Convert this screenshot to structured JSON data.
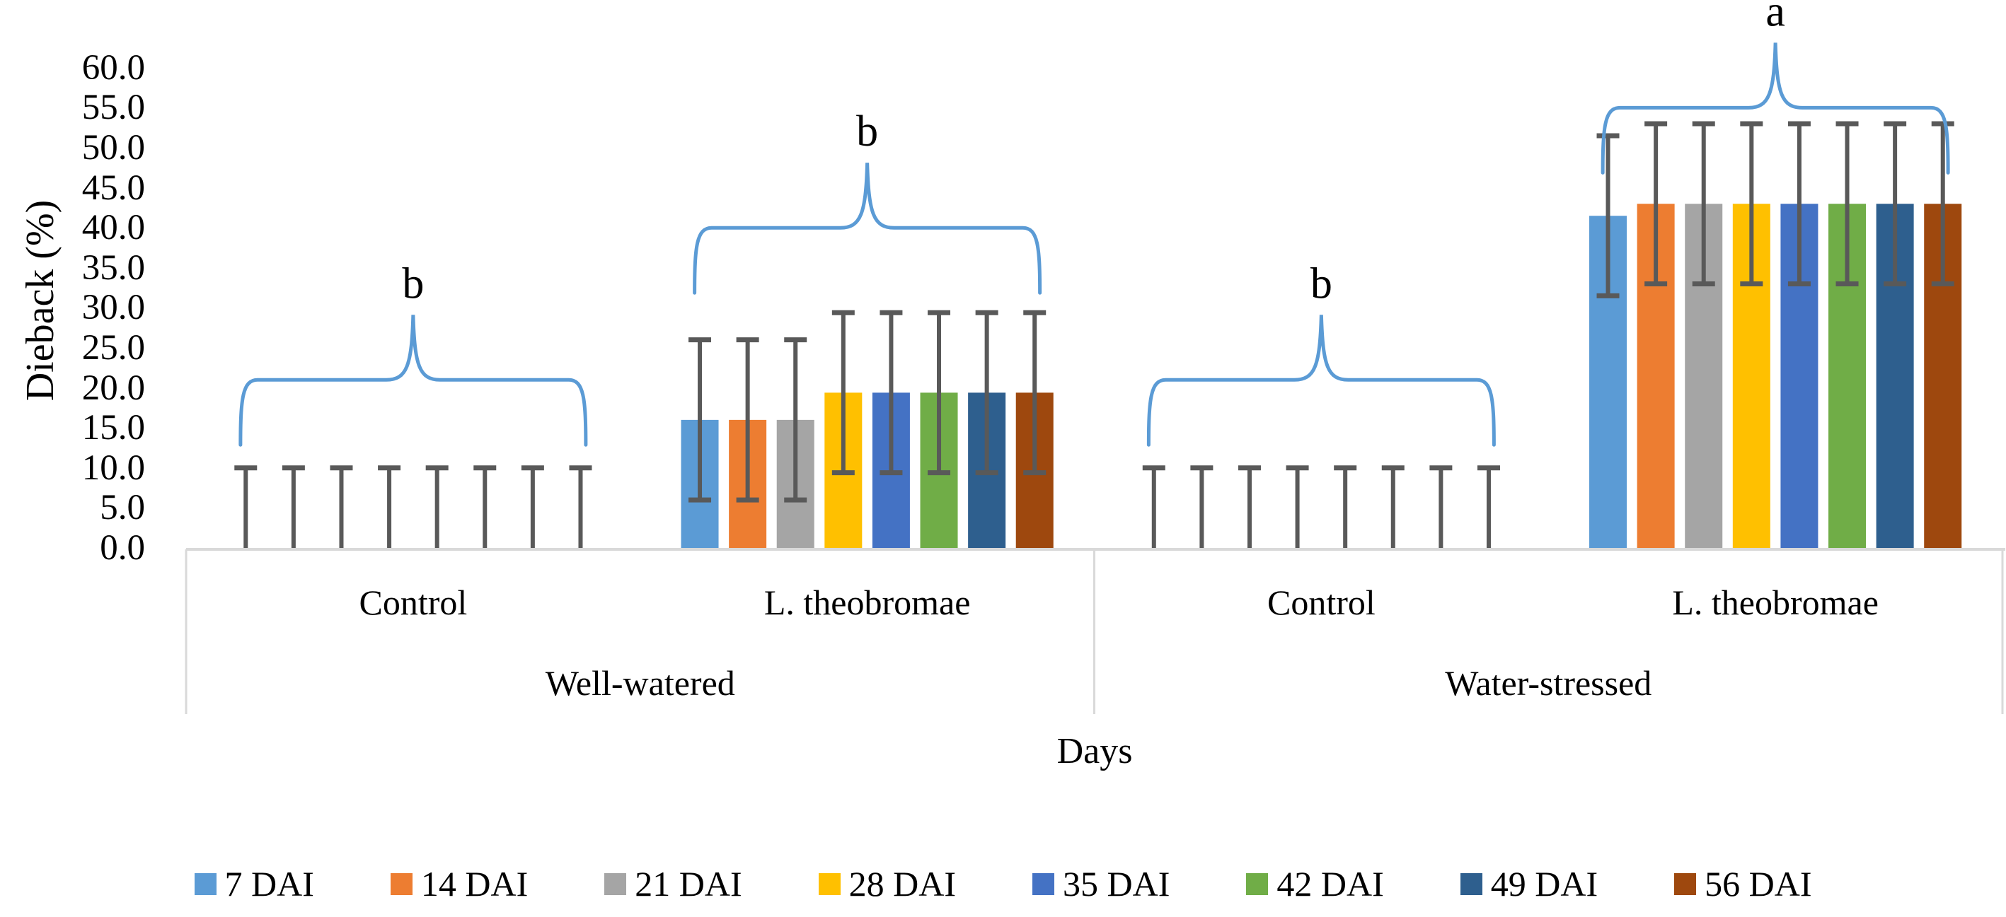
{
  "chart_data": {
    "type": "bar",
    "title": "",
    "ylabel": "Dieback (%)",
    "xlabel": "Days",
    "ylim": [
      0,
      60
    ],
    "ytick_step": 5,
    "ytick_labels": [
      "0.0",
      "5.0",
      "10.0",
      "15.0",
      "20.0",
      "25.0",
      "30.0",
      "35.0",
      "40.0",
      "45.0",
      "50.0",
      "55.0",
      "60.0"
    ],
    "grid": false,
    "legend_position": "bottom",
    "categories": [
      {
        "treatment": "Control",
        "condition": "Well-watered"
      },
      {
        "treatment": "L. theobromae",
        "condition": "Well-watered"
      },
      {
        "treatment": "Control",
        "condition": "Water-stressed"
      },
      {
        "treatment": "L. theobromae",
        "condition": "Water-stressed"
      }
    ],
    "condition_groups": [
      {
        "label": "Well-watered",
        "categories": [
          0,
          1
        ]
      },
      {
        "label": "Water-stressed",
        "categories": [
          2,
          3
        ]
      }
    ],
    "series": [
      {
        "name": "7 DAI",
        "color": "#5B9BD5",
        "values": [
          0,
          16.0,
          0,
          41.5
        ]
      },
      {
        "name": "14 DAI",
        "color": "#ED7D31",
        "values": [
          0,
          16.0,
          0,
          43.0
        ]
      },
      {
        "name": "21 DAI",
        "color": "#A5A5A5",
        "values": [
          0,
          16.0,
          0,
          43.0
        ]
      },
      {
        "name": "28 DAI",
        "color": "#FFC000",
        "values": [
          0,
          19.4,
          0,
          43.0
        ]
      },
      {
        "name": "35 DAI",
        "color": "#4472C4",
        "values": [
          0,
          19.4,
          0,
          43.0
        ]
      },
      {
        "name": "42 DAI",
        "color": "#70AD47",
        "values": [
          0,
          19.4,
          0,
          43.0
        ]
      },
      {
        "name": "49 DAI",
        "color": "#2E5F8E",
        "values": [
          0,
          19.4,
          0,
          43.0
        ]
      },
      {
        "name": "56 DAI",
        "color": "#9E480E",
        "values": [
          0,
          19.4,
          0,
          43.0
        ]
      }
    ],
    "error_bars": {
      "magnitude": 10.0,
      "color": "#595959"
    },
    "annotations": [
      {
        "category": 0,
        "letter": "b",
        "bracket_y": 21
      },
      {
        "category": 1,
        "letter": "b",
        "bracket_y": 40
      },
      {
        "category": 2,
        "letter": "b",
        "bracket_y": 21
      },
      {
        "category": 3,
        "letter": "a",
        "bracket_y": 55
      }
    ],
    "bracket_color": "#5B9BD5",
    "axis_line_color": "#D9D9D9"
  }
}
